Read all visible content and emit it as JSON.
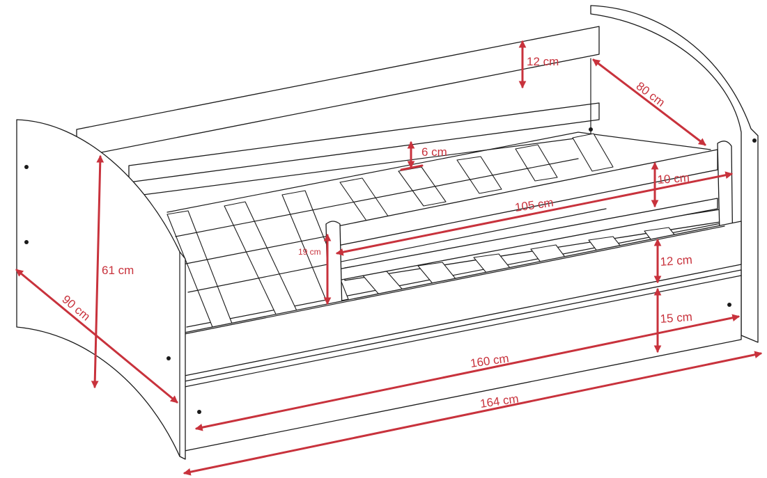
{
  "colors": {
    "dimension": "#c8323c",
    "outline": "#1a1a1a",
    "background": "#ffffff"
  },
  "dimensions": {
    "headboard_top_rail": "12 cm",
    "side_depth": "80 cm",
    "slat_gap": "6 cm",
    "guard_rail_height": "10 cm",
    "guard_rail_length": "105 cm",
    "guard_rail_post": "19 cm",
    "front_panel": "12 cm",
    "drawer_height": "15 cm",
    "headboard_height": "61 cm",
    "bed_width": "90 cm",
    "mattress_length": "160 cm",
    "total_length": "164 cm"
  }
}
